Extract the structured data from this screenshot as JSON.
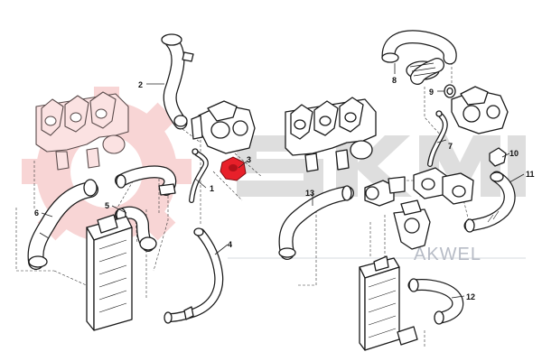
{
  "callouts": [
    {
      "id": "1",
      "label": "1"
    },
    {
      "id": "2",
      "label": "2"
    },
    {
      "id": "3",
      "label": "3"
    },
    {
      "id": "4",
      "label": "4"
    },
    {
      "id": "5",
      "label": "5"
    },
    {
      "id": "6",
      "label": "6"
    },
    {
      "id": "7",
      "label": "7"
    },
    {
      "id": "8",
      "label": "8"
    },
    {
      "id": "9",
      "label": "9"
    },
    {
      "id": "10",
      "label": "10"
    },
    {
      "id": "11",
      "label": "11"
    },
    {
      "id": "12",
      "label": "12"
    },
    {
      "id": "13",
      "label": "13"
    }
  ],
  "brand": {
    "name": "AKWEL"
  },
  "colors": {
    "watermark_red": "#e86b6b",
    "watermark_grey": "#d3d3d3",
    "highlight_red": "#e8202a",
    "brand_grey": "#b7bcc6"
  }
}
